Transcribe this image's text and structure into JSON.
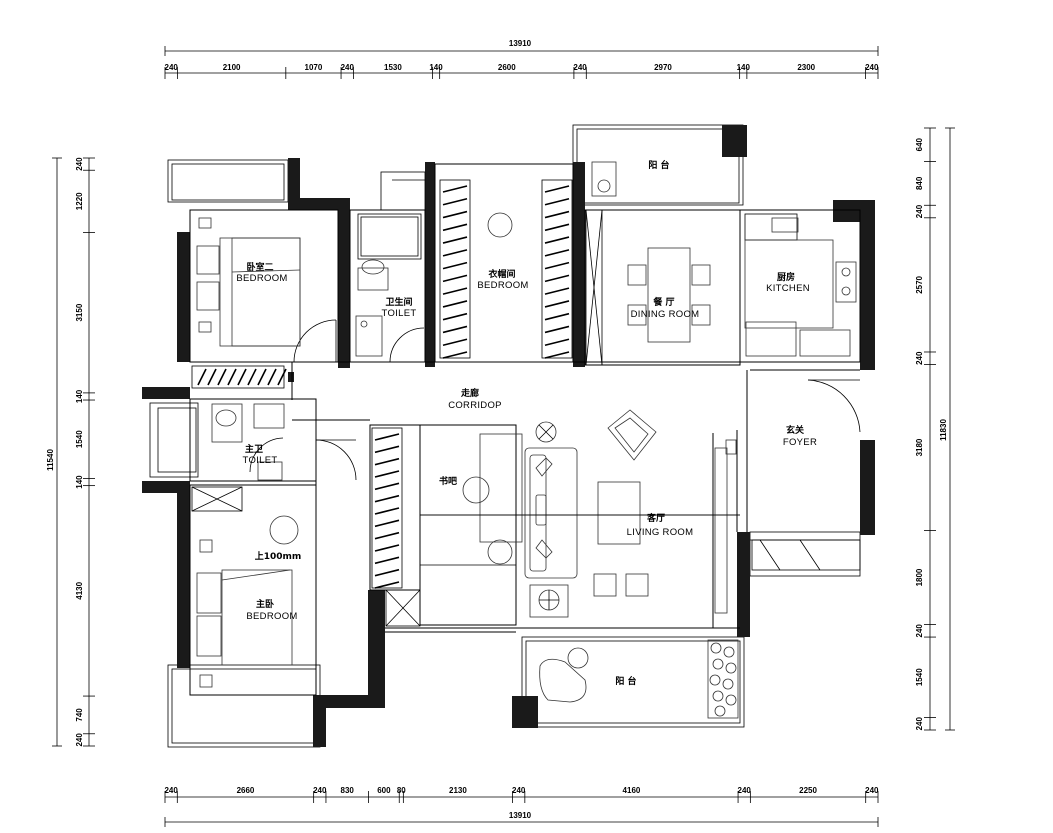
{
  "plan": {
    "overall_width": "13910",
    "overall_height": "11830",
    "overall_height_left": "11540",
    "top_dims": [
      "240",
      "2100",
      "1070",
      "240",
      "1530",
      "140",
      "2600",
      "240",
      "2970",
      "140",
      "2300",
      "240"
    ],
    "bottom_dims": [
      "240",
      "2660",
      "240",
      "830",
      "600",
      "80",
      "2130",
      "240",
      "4160",
      "240",
      "2250",
      "240"
    ],
    "left_dims": [
      "240",
      "1220",
      "3150",
      "140",
      "1540",
      "140",
      "4130",
      "740",
      "240"
    ],
    "right_dims": [
      "640",
      "840",
      "240",
      "2570",
      "240",
      "3180",
      "1800",
      "240",
      "1540",
      "240"
    ]
  },
  "rooms": {
    "bedroom2_cn": "卧室二",
    "bedroom2_en": "BEDROOM",
    "toilet_cn": "卫生间",
    "toilet_en": "TOILET",
    "closet_cn": "衣帽间",
    "closet_en": "BEDROOM",
    "dining_cn": "餐 厅",
    "dining_en": "DINING ROOM",
    "kitchen_cn": "厨房",
    "kitchen_en": "KITCHEN",
    "balcony_top_cn": "阳 台",
    "corridor_cn": "走廊",
    "corridor_en": "CORRIDOP",
    "foyer_cn": "玄关",
    "foyer_en": "FOYER",
    "master_toilet_cn": "主卫",
    "master_toilet_en": "TOILET",
    "study_cn": "书吧",
    "living_cn": "客厅",
    "living_en": "LIVING ROOM",
    "master_note": "上100mm",
    "master_cn": "主卧",
    "master_en": "BEDROOM",
    "balcony_bottom_cn": "阳 台"
  }
}
